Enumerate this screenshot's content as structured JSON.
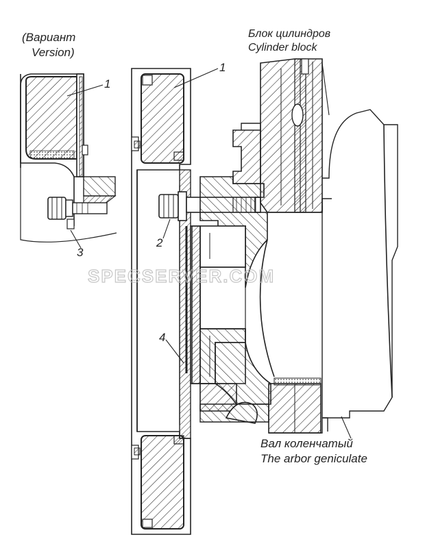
{
  "labels": {
    "variant_ru": "(Вариант",
    "variant_en": "Version)",
    "block_ru": "Блок цилиндров",
    "block_en": "Cylinder block",
    "crank_ru": "Вал коленчатый",
    "crank_en": "The arbor geniculate",
    "callout_1_left": "1",
    "callout_1_main": "1",
    "callout_2": "2",
    "callout_3": "3",
    "callout_4": "4"
  },
  "watermark": "SPECSERVER.COM",
  "colors": {
    "line": "#222222",
    "watermark": "#bfbfbf"
  }
}
